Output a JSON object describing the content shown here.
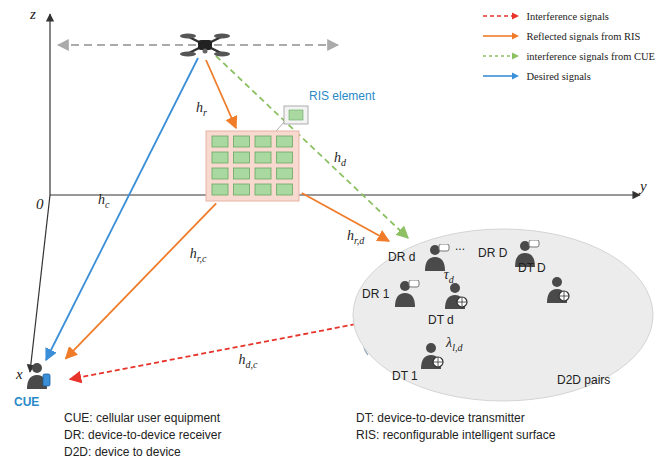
{
  "diagram": {
    "nodes": [
      {
        "text": [
          "RIS element"
        ]
      },
      {
        "text": [
          "D2D pairs"
        ]
      },
      {
        "text": [
          "DR d"
        ],
        "in": 1
      },
      {
        "text": [
          "DR D"
        ],
        "in": 1
      },
      {
        "text": [
          "DT D"
        ],
        "in": 1
      },
      {
        "text": [
          "DT d"
        ],
        "in": 1
      },
      {
        "text": [
          "DR 1"
        ],
        "in": 1
      },
      {
        "text": [
          "DT 1"
        ],
        "in": 1
      },
      {
        "text": [
          "CUE"
        ]
      }
    ],
    "edges": [
      {
        "from": 0,
        "to": 8,
        "arrow": "to",
        "label": "hr,c"
      },
      {
        "from": 0,
        "to": 2,
        "arrow": "to",
        "label": "hr,d"
      },
      {
        "from": 5,
        "to": 2,
        "arrow": "to",
        "label": "τd"
      },
      {
        "from": 5,
        "to": 8,
        "arrow": "to",
        "label": "hd,c"
      },
      {
        "from": 7,
        "to": 5,
        "arrow": "none",
        "label": "λl,d"
      }
    ],
    "labels": [
      "z",
      "y",
      "x",
      "0",
      "hc",
      "hr",
      "hd",
      "...",
      "CUE: cellular user equipment",
      "DT: device-to-device transmitter",
      "DR: device-to-device receiver",
      "RIS: reconfigurable intelligent surface",
      "D2D: device to device"
    ],
    "legend": [
      {
        "text": "Interference signals"
      },
      {
        "text": "Reflected signals from RIS"
      },
      {
        "text": "interference signals from CUE"
      },
      {
        "text": "Desired signals"
      }
    ]
  }
}
